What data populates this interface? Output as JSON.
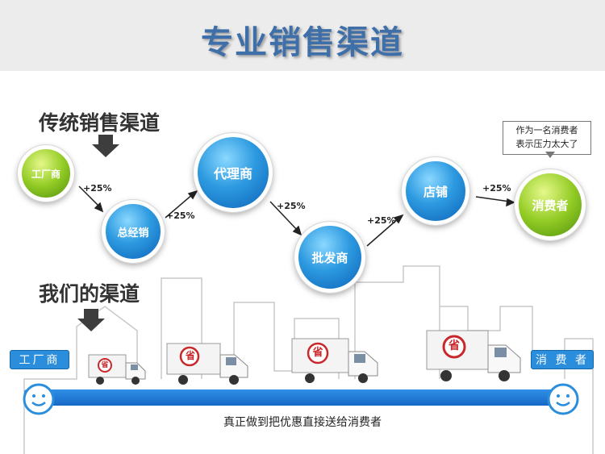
{
  "title": "专业销售渠道",
  "traditional": {
    "label": "传统销售渠道",
    "nodes": {
      "factory": "工厂商",
      "wholesaler_general": "总经销",
      "agent": "代理商",
      "wholesale": "批发商",
      "store": "店铺",
      "consumer": "消费者"
    },
    "markups": [
      "+25%",
      "+25%",
      "+25%",
      "+25%",
      "+25%"
    ],
    "consumer_note_line1": "作为一名消费者",
    "consumer_note_line2": "表示压力太大了"
  },
  "ours": {
    "label": "我们的渠道",
    "start_tag": "工厂商",
    "end_tag": "消 费 者",
    "truck_mark": "省",
    "slogan": "真正做到把优惠直接送给消费者"
  },
  "colors": {
    "title_blue": "#3f6fa8",
    "node_blue": "#2d9ae0",
    "node_green": "#93cc25",
    "bar_blue": "#1f7ad6"
  }
}
